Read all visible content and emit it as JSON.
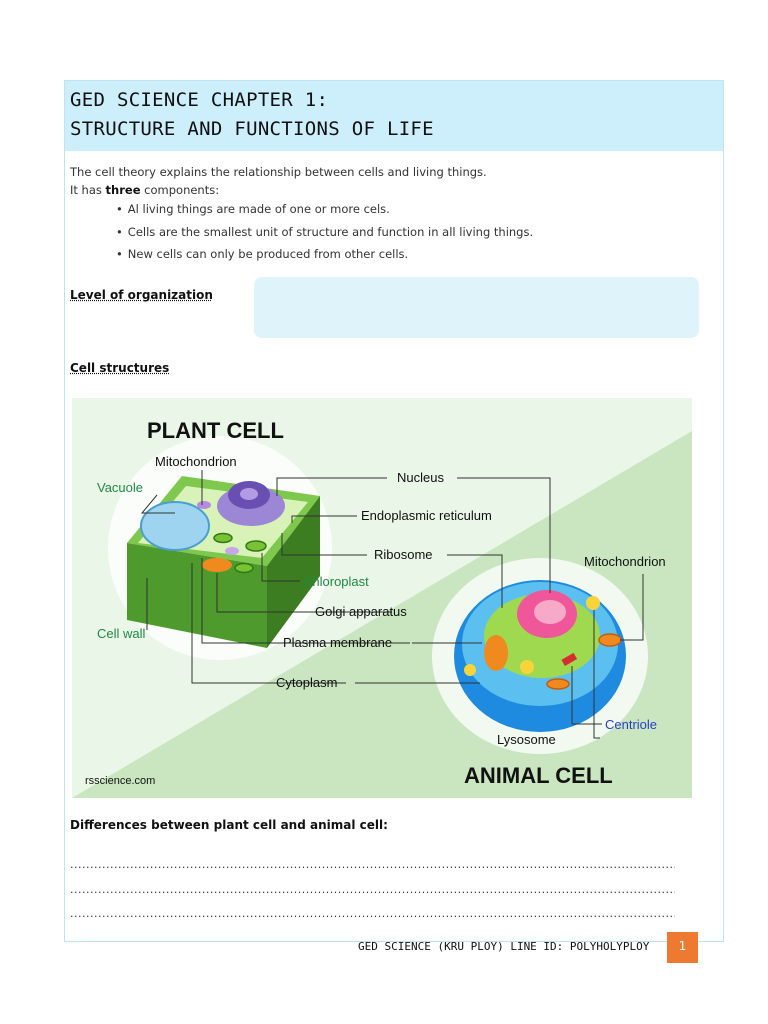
{
  "header": {
    "title_line1": "GED SCIENCE CHAPTER 1:",
    "title_line2": "STRUCTURE AND FUNCTIONS OF LIFE"
  },
  "intro": {
    "line1": "The cell theory explains the relationship between cells and living things.",
    "line2_prefix": "It has ",
    "line2_bold": "three",
    "line2_suffix": " components:",
    "bullets": [
      "Al living things are made of one or more cels.",
      "Cells are the smallest unit of structure and function in all living things.",
      "New cells can only be produced from other cells."
    ]
  },
  "sections": {
    "level": "Level of organization",
    "cell_structures": "Cell structures",
    "differences": "Differences between plant cell and animal cell:"
  },
  "figure": {
    "plant_title": "PLANT CELL",
    "animal_title": "ANIMAL CELL",
    "credit": "rsscience.com",
    "plant_labels": {
      "mitochondrion": "Mitochondrion",
      "vacuole": "Vacuole",
      "cell_wall": "Cell wall",
      "chloroplast": "Chloroplast"
    },
    "shared_labels": {
      "nucleus": "Nucleus",
      "er": "Endoplasmic reticulum",
      "ribosome": "Ribosome",
      "golgi": "Golgi apparatus",
      "plasma_membrane": "Plasma membrane",
      "cytoplasm": "Cytoplasm"
    },
    "animal_labels": {
      "mitochondrion": "Mitochondrion",
      "centriole": "Centriole",
      "lysosome": "Lysosome"
    },
    "colors": {
      "label_green": "#1f8a43",
      "label_blue": "#2a40c8",
      "background": "#eaf6e7",
      "triangle": "#c9e6c1"
    }
  },
  "answer_lines": {
    "line1": "........................................................................................................................................................................................................................",
    "line2": "........................................................................................................................................................................................................................",
    "line3": "........................................................................................................................................................................................................................"
  },
  "footer": {
    "text": "GED SCIENCE (KRU PLOY) LINE ID: POLYHOLYPLOY",
    "page": "1"
  }
}
